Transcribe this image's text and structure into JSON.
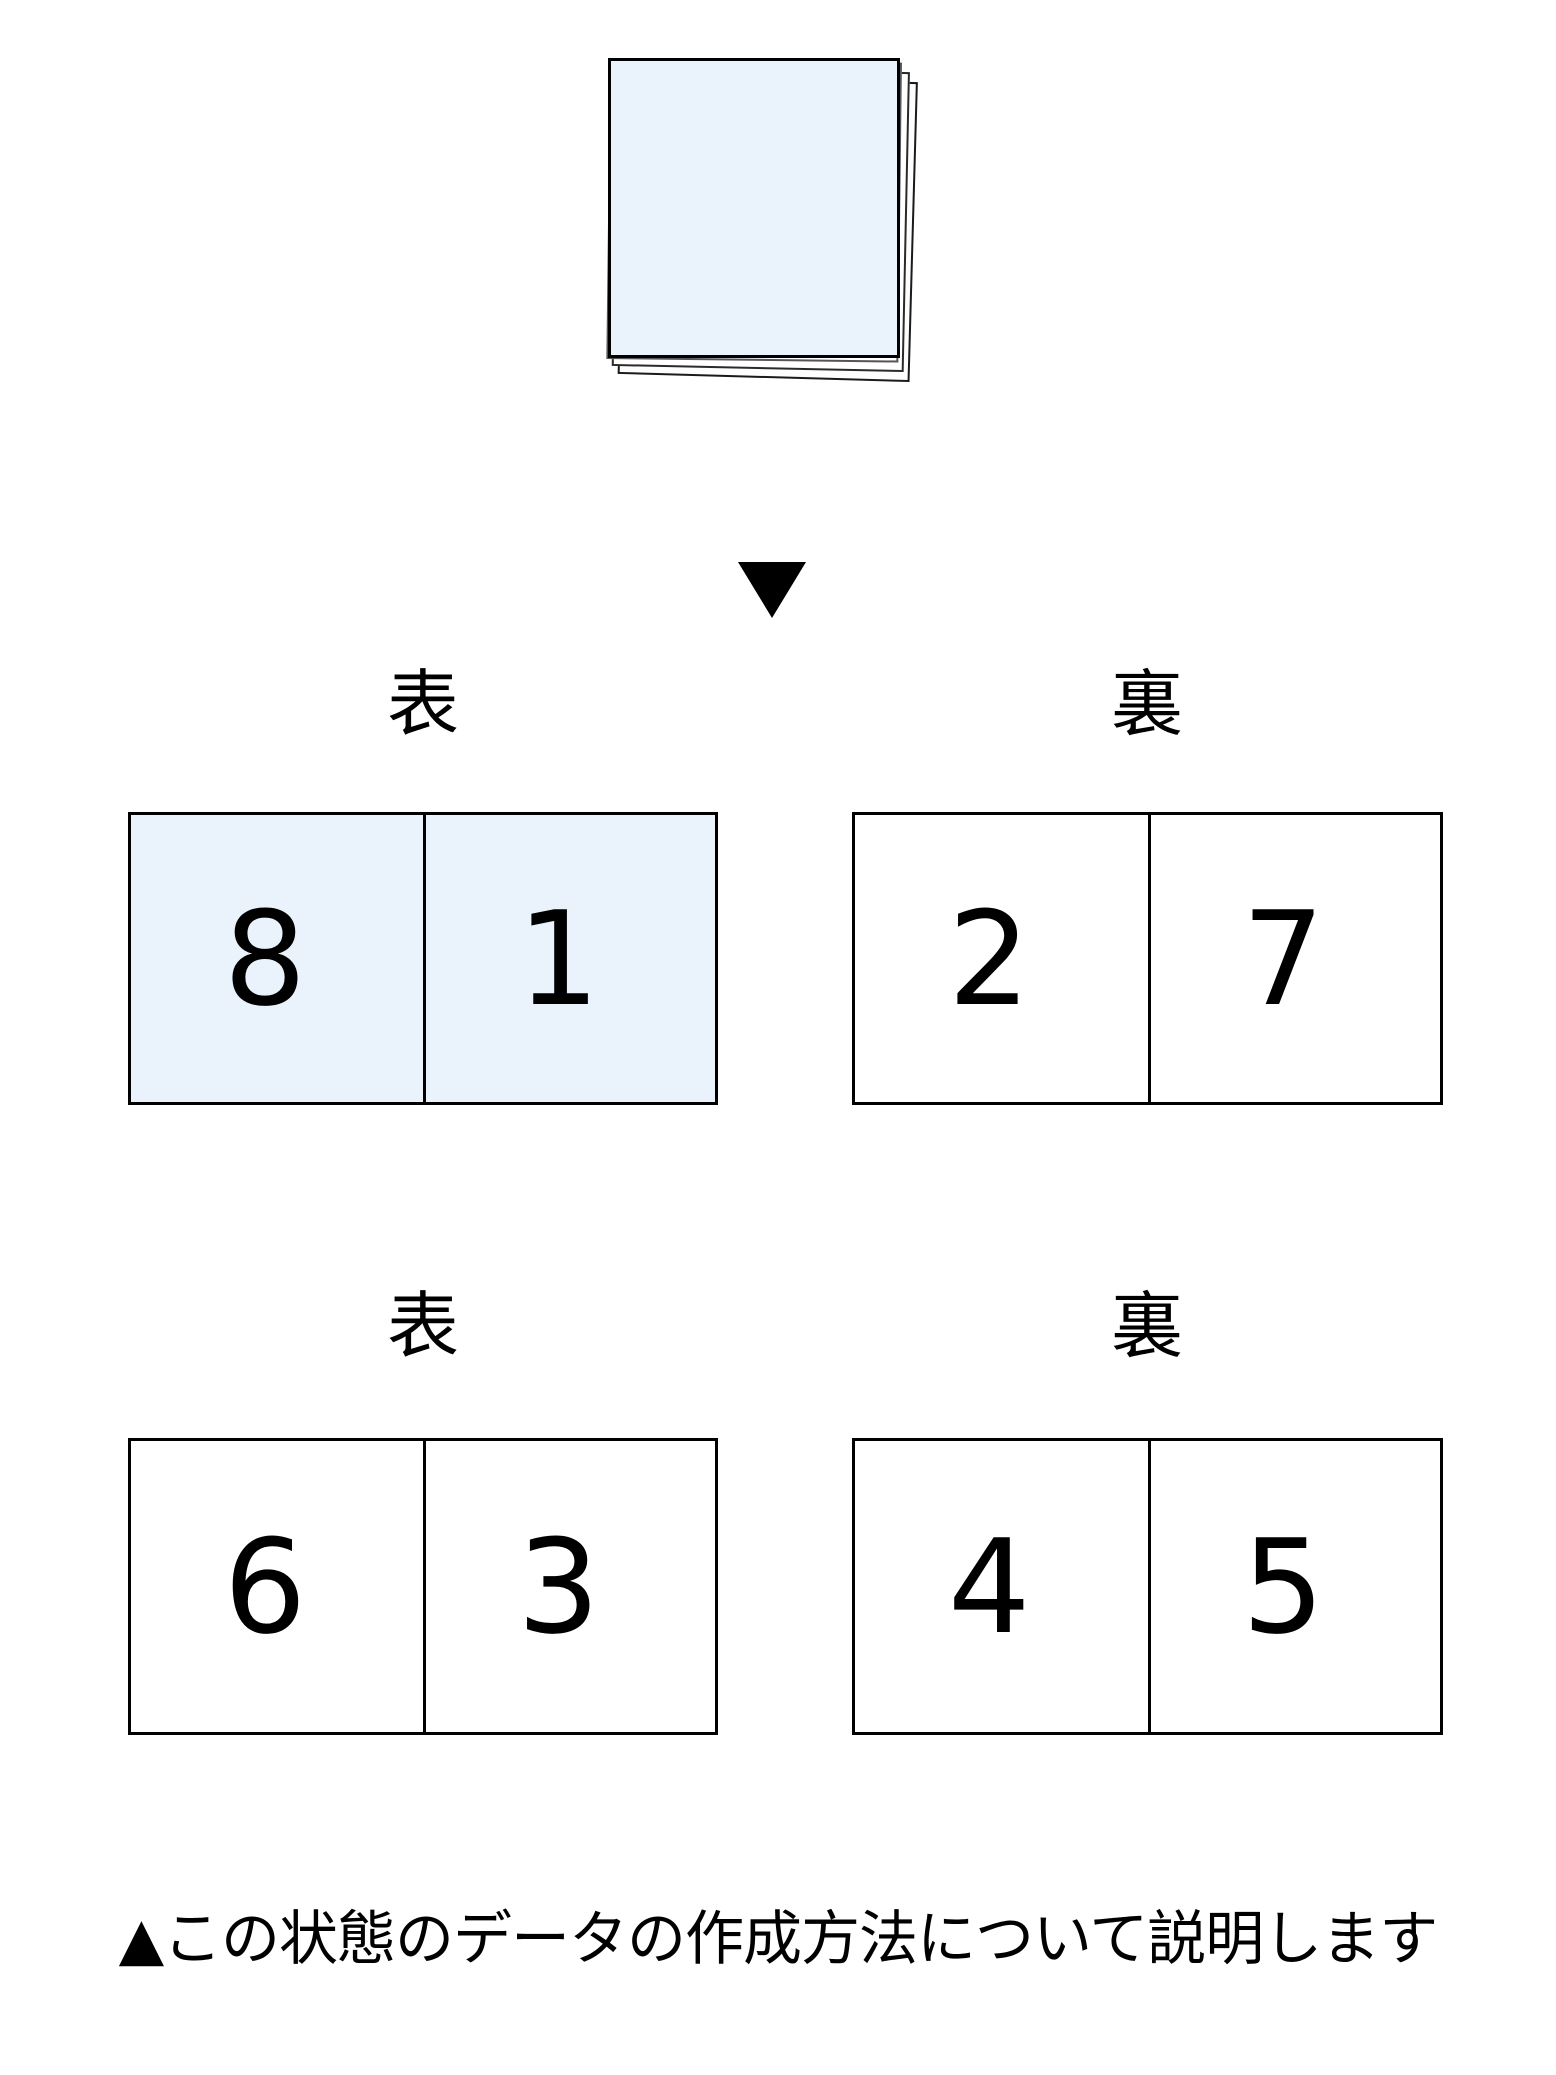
{
  "diagram": {
    "source_stack": {
      "name": "paper-stack",
      "sheet_count": 4,
      "top_sheet_fill": "#eaf2fb",
      "sheet_fill": "#ffffff",
      "outline_color": "#000000"
    },
    "flow_arrow": {
      "glyph": "▼",
      "direction": "down",
      "color": "#000000"
    },
    "labels": {
      "front": "表",
      "back": "裏"
    },
    "spreads": [
      {
        "id": "sheet-1-front",
        "side_label": "表",
        "row": 1,
        "column": "left",
        "tinted": true,
        "fill": "#eaf2fb",
        "pages": [
          "8",
          "1"
        ]
      },
      {
        "id": "sheet-1-back",
        "side_label": "裏",
        "row": 1,
        "column": "right",
        "tinted": false,
        "fill": "#ffffff",
        "pages": [
          "2",
          "7"
        ]
      },
      {
        "id": "sheet-2-front",
        "side_label": "表",
        "row": 2,
        "column": "left",
        "tinted": false,
        "fill": "#ffffff",
        "pages": [
          "6",
          "3"
        ]
      },
      {
        "id": "sheet-2-back",
        "side_label": "裏",
        "row": 2,
        "column": "right",
        "tinted": false,
        "fill": "#ffffff",
        "pages": [
          "4",
          "5"
        ]
      }
    ],
    "caption": "▲この状態のデータの作成方法について説明します"
  }
}
